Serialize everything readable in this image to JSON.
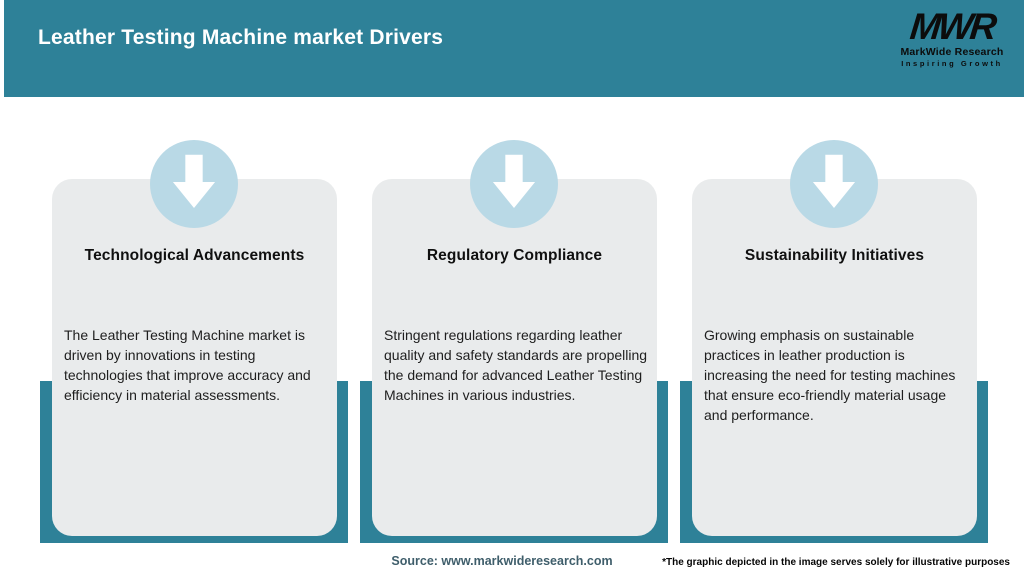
{
  "header": {
    "title": "Leather Testing Machine market Drivers",
    "logo": {
      "acronym": "MWR",
      "name": "MarkWide Research",
      "tagline": "Inspiring Growth"
    }
  },
  "cards": [
    {
      "title": "Technological Advancements",
      "body": "The Leather Testing Machine market is driven by innovations in testing technologies that improve accuracy and efficiency in material assessments."
    },
    {
      "title": "Regulatory Compliance",
      "body": "Stringent regulations regarding leather quality and safety standards are propelling the demand for advanced Leather Testing Machines in various industries."
    },
    {
      "title": "Sustainability Initiatives",
      "body": "Growing emphasis on sustainable practices in leather production is increasing the need for testing machines that ensure eco-friendly material usage and performance."
    }
  ],
  "footer": {
    "source": "Source: www.markwideresearch.com",
    "disclaimer": "*The graphic depicted in the image serves solely for illustrative purposes"
  },
  "colors": {
    "header_teal": "#2e8198",
    "shadow_teal": "#2e8198",
    "circle_blue": "#b9d9e6",
    "card_gray": "#e9ebec",
    "source_text": "#3f5e6b",
    "title_text": "#ffffff"
  }
}
